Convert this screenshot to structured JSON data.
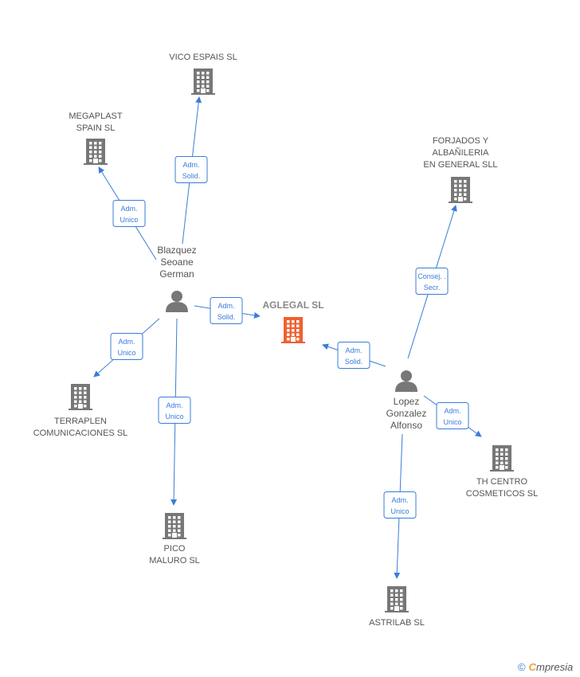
{
  "companies": [
    {
      "id": "aglegal",
      "lines": [
        "AGLEGAL  SL"
      ],
      "main": true
    },
    {
      "id": "vico",
      "lines": [
        "VICO ESPAIS  SL"
      ]
    },
    {
      "id": "megaplast",
      "lines": [
        "MEGAPLAST",
        "SPAIN SL"
      ]
    },
    {
      "id": "forjados",
      "lines": [
        "FORJADOS Y",
        "ALBAÑILERIA",
        "EN GENERAL SLL"
      ]
    },
    {
      "id": "terraplen",
      "lines": [
        "TERRAPLEN",
        "COMUNICACIONES SL"
      ]
    },
    {
      "id": "pico",
      "lines": [
        "PICO",
        "MALURO  SL"
      ]
    },
    {
      "id": "th",
      "lines": [
        "TH CENTRO",
        "COSMETICOS SL"
      ]
    },
    {
      "id": "astrilab",
      "lines": [
        "ASTRILAB  SL"
      ]
    }
  ],
  "people": [
    {
      "id": "blazquez",
      "lines": [
        "Blazquez",
        "Seoane",
        "German"
      ]
    },
    {
      "id": "lopez",
      "lines": [
        "Lopez",
        "Gonzalez",
        "Alfonso"
      ]
    }
  ],
  "relations": [
    {
      "from": "blazquez",
      "to": "vico",
      "lines": [
        "Adm.",
        "Solid."
      ]
    },
    {
      "from": "blazquez",
      "to": "megaplast",
      "lines": [
        "Adm.",
        "Unico"
      ]
    },
    {
      "from": "blazquez",
      "to": "aglegal",
      "lines": [
        "Adm.",
        "Solid."
      ]
    },
    {
      "from": "blazquez",
      "to": "terraplen",
      "lines": [
        "Adm.",
        "Unico"
      ]
    },
    {
      "from": "blazquez",
      "to": "pico",
      "lines": [
        "Adm.",
        "Unico"
      ]
    },
    {
      "from": "lopez",
      "to": "forjados",
      "lines": [
        "Consej. .",
        "Secr."
      ]
    },
    {
      "from": "lopez",
      "to": "aglegal",
      "lines": [
        "Adm.",
        "Solid."
      ]
    },
    {
      "from": "lopez",
      "to": "th",
      "lines": [
        "Adm.",
        "Unico"
      ]
    },
    {
      "from": "lopez",
      "to": "astrilab",
      "lines": [
        "Adm.",
        "Unico"
      ]
    }
  ],
  "colors": {
    "edge": "#3a7dd8",
    "main_company": "#f06030",
    "company": "#777777",
    "person": "#777777"
  },
  "brand": {
    "copyright": "©",
    "initial": "C",
    "rest": "mpresia"
  }
}
